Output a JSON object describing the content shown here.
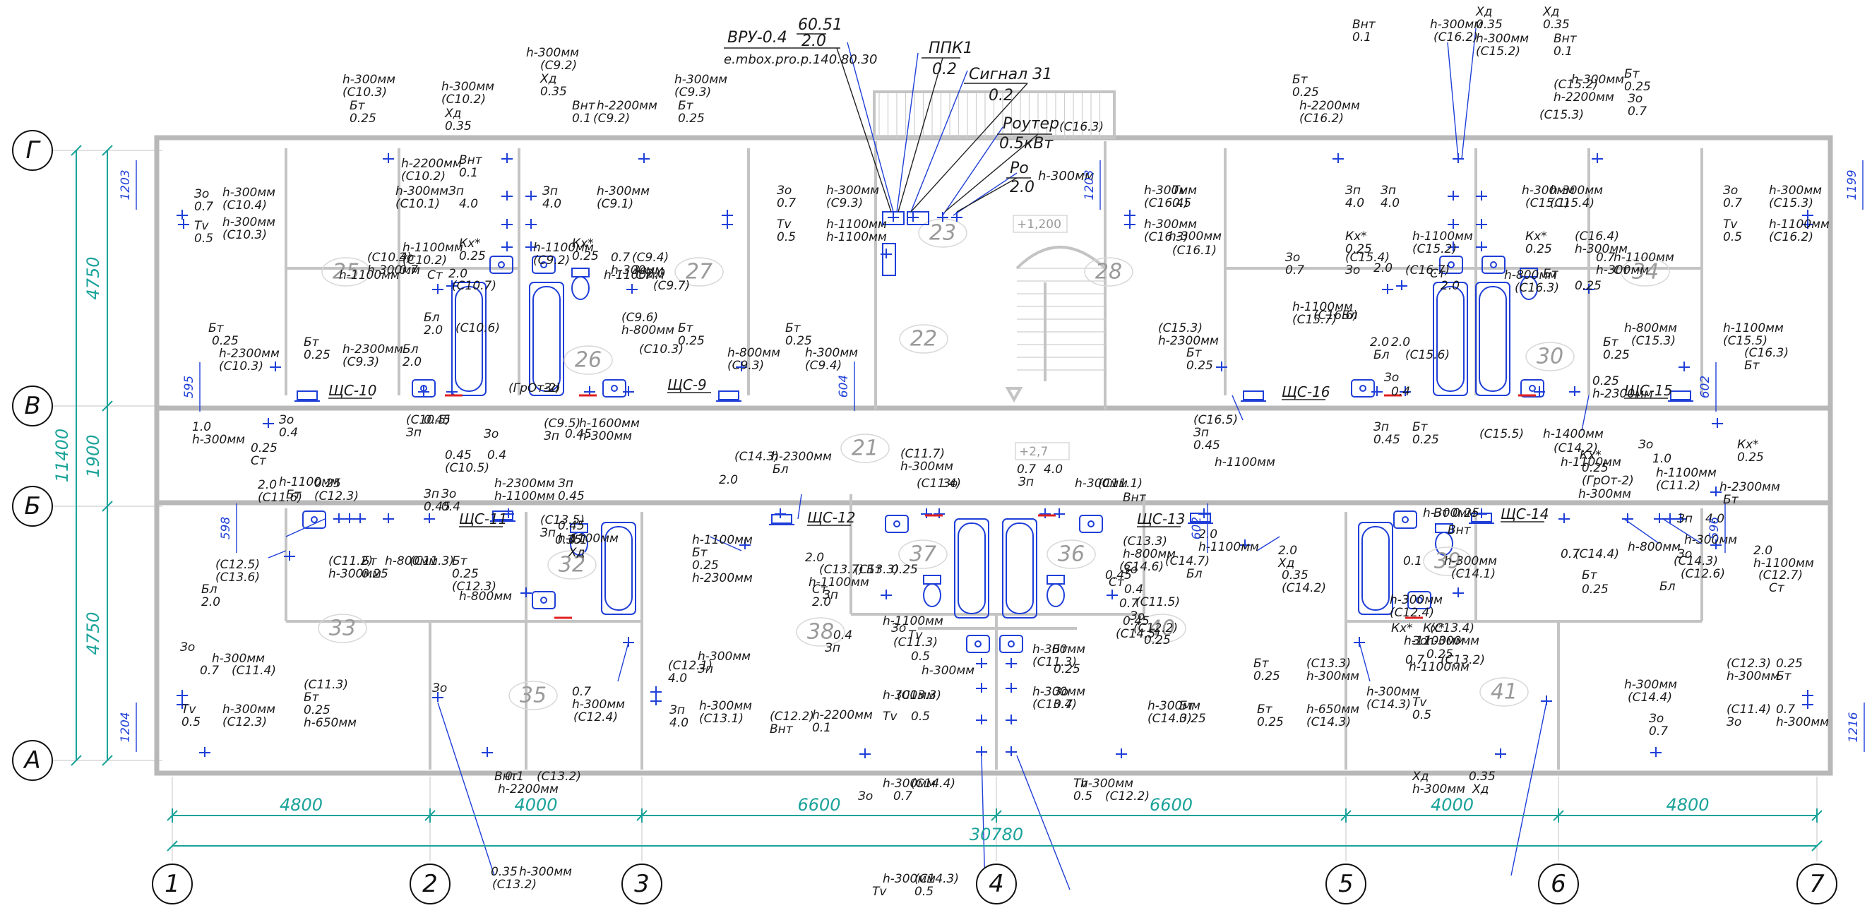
{
  "axes": {
    "columns": [
      "1",
      "2",
      "3",
      "4",
      "5",
      "6",
      "7"
    ],
    "rows": [
      "Г",
      "В",
      "Б",
      "А"
    ]
  },
  "dimensions": {
    "bays": [
      "4800",
      "4000",
      "6600",
      "6600",
      "4000",
      "4800"
    ],
    "total_width": "30780",
    "rows_right": [
      "4750",
      "1900",
      "4750"
    ],
    "total_height": "11400",
    "small": [
      "1203",
      "595",
      "598",
      "1204",
      "604",
      "1203",
      "1199",
      "602",
      "602",
      "596",
      "1216"
    ]
  },
  "levels": [
    "+1,200",
    "+2,7"
  ],
  "rooms": [
    "25",
    "26",
    "27",
    "22",
    "23",
    "21",
    "28",
    "30",
    "34",
    "33",
    "32",
    "35",
    "37",
    "36",
    "38",
    "40",
    "39",
    "41"
  ],
  "equipment_top": [
    {
      "name": "ВРУ-0.4",
      "value": "60.51",
      "sub": "2.0",
      "extra": "e.mbox.pro.p.140.80.30"
    },
    {
      "name": "ППК1",
      "value": "0.2"
    },
    {
      "name": "Сигнал 31",
      "value": "0.2"
    },
    {
      "name": "Роутер",
      "value": "0.5кВт"
    },
    {
      "name": "Ро",
      "value": "2.0",
      "extra": "h-300мм"
    }
  ],
  "panels": [
    "ЩС-10",
    "ЩС-9",
    "ЩС-16",
    "ЩС-15",
    "ЩС-11",
    "ЩС-12",
    "ЩС-13",
    "ЩС-14"
  ],
  "labels": [
    "h-300мм",
    "(С10.3)",
    "Бт",
    "0.25",
    "h-300мм",
    "(С10.2)",
    "Хд",
    "0.35",
    "h-300мм",
    "(С9.2)",
    "Хд",
    "0.35",
    "Внт",
    "0.1",
    "h-2200мм",
    "(С9.2)",
    "h-300мм",
    "(С9.3)",
    "Бт",
    "0.25",
    "h-2200мм",
    "(С10.2)",
    "Внт",
    "0.1",
    "Зп",
    "4.0",
    "h-300мм",
    "(С10.1)",
    "Зп",
    "4.0",
    "h-300мм",
    "(С9.1)",
    "Зо",
    "0.7",
    "h-300мм",
    "(С10.4)",
    "Тv",
    "0.5",
    "h-300мм",
    "(С10.3)",
    "h-1100мм",
    "(С10.2)",
    "Кх*",
    "0.25",
    "h-1100мм",
    "(С9.2)",
    "Кх*",
    "0.25",
    "(С10.4)",
    "h-300мм",
    "Зо",
    "0.7",
    "(С9.4)",
    "Зо",
    "0.7",
    "h-300мм",
    "h-1100мм",
    "Ст",
    "2.0",
    "(С10.7)",
    "h-1100мм",
    "Ст",
    "2.0",
    "(С9.7)",
    "Бл",
    "2.0",
    "(С10.6)",
    "Бл",
    "2.0",
    "(С9.6)",
    "h-800мм",
    "(С10.3)",
    "Бт",
    "0.25",
    "h-2300мм",
    "(С10.3)",
    "Бт",
    "0.25",
    "h-2300мм",
    "(С9.3)",
    "Бт",
    "0.25",
    "h-800мм",
    "(С9.3)",
    "Бт",
    "0.25",
    "h-300мм",
    "(С9.4)",
    "Зо",
    "0.7",
    "h-300мм",
    "(С9.3)",
    "Тv",
    "0.5",
    "h-1100мм",
    "h-1100мм",
    "(ГрОт-2)",
    "Зо",
    "1.0",
    "h-300мм",
    "Зо",
    "0.4",
    "(С10.5)",
    "Зп",
    "0.45",
    "0.45",
    "(С10.5)",
    "Зо",
    "0.4",
    "(С9.5)",
    "Зп",
    "0.45",
    "h-1600мм",
    "h-300мм",
    "(С16.3)",
    "Бт",
    "0.25",
    "h-2200мм",
    "(С16.2)",
    "Внт",
    "0.1",
    "h-300мм",
    "(С16.2)",
    "Хд",
    "0.35",
    "h-300мм",
    "(С15.2)",
    "Хд",
    "0.35",
    "Внт",
    "0.1",
    "(С15.2)",
    "h-2200мм",
    "h-300мм",
    "(С15.3)",
    "Бт",
    "0.25",
    "Зо",
    "0.7",
    "h-300мм",
    "(С16.4)",
    "Тv",
    "0.5",
    "h-300мм",
    "(С16.3)",
    "h-300мм",
    "(С16.1)",
    "Зп",
    "4.0",
    "Зп",
    "4.0",
    "h-300мм",
    "(С15.1)",
    "h-300мм",
    "(С15.4)",
    "Зо",
    "0.7",
    "h-300мм",
    "(С15.3)",
    "Тv",
    "0.5",
    "h-1100мм",
    "(С16.2)",
    "Кх*",
    "0.25",
    "h-1100мм",
    "(С15.2)",
    "Кх*",
    "0.25",
    "(С16.4)",
    "h-300мм",
    "Зо",
    "0.7",
    "(С15.4)",
    "Зо",
    "0.7",
    "h-300мм",
    "h-1100мм",
    "Ст",
    "2.0",
    "(С16.7)",
    "Ст",
    "2.0",
    "h-1100мм",
    "(С15.7)",
    "(С16.6)",
    "Бл",
    "2.0",
    "Бл",
    "2.0",
    "(С15.6)",
    "h-800мм",
    "(С16.3)",
    "Бт",
    "0.25",
    "(С15.3)",
    "h-2300мм",
    "Бт",
    "0.25",
    "h-800мм",
    "(С15.3)",
    "Бт",
    "0.25",
    "h-1100мм",
    "(С15.5)",
    "(С16.3)",
    "Бт",
    "0.25",
    "h-2300мм",
    "Зо",
    "0.4",
    "(С16.5)",
    "Зп",
    "0.45",
    "h-1100мм",
    "Зп",
    "0.45",
    "Бт",
    "0.25",
    "(С15.5)",
    "h-1400мм",
    "(С14.2)",
    "h-1100мм",
    "Кх*",
    "0.25",
    "(ГрОт-2)",
    "h-300мм",
    "Зо",
    "1.0",
    "h-1100мм",
    "(С11.2)",
    "Кх*",
    "0.25",
    "h-2300мм",
    "Бт",
    "0.25",
    "Ст",
    "2.0",
    "(С11.6)",
    "h-1100мм",
    "Бт",
    "0.25",
    "(С12.3)",
    "h-2300мм",
    "h-1100мм",
    "Зп",
    "0.45",
    "Зп",
    "0.45",
    "Зо",
    "0.4",
    "(С13.5)",
    "Зп",
    "0.45",
    "h-1100мм",
    "(С14.3)",
    "h-2300мм",
    "Бл",
    "2.0",
    "(С11.7)",
    "h-300мм",
    "(С11.4)",
    "Зо",
    "0.7",
    "Зп",
    "4.0",
    "h-300мм",
    "(С11.1)",
    "Внт",
    "0.1",
    "Хд",
    "0.35",
    "(С11.2)",
    "h-300мм",
    "Бт",
    "0.25",
    "h-800мм",
    "(С11.3)",
    "Бт",
    "0.25",
    "(С12.3)",
    "h-800мм",
    "(С12.5)",
    "(С13.6)",
    "Бл",
    "2.0",
    "h-1100мм",
    "Бт",
    "0.25",
    "h-2300мм",
    "(С13.3)",
    "Бт",
    "0.25",
    "(С13.3)",
    "h-800мм",
    "(С14.6)",
    "Ст",
    "2.0",
    "h-1100мм",
    "(С14.7)",
    "Бл",
    "2.0",
    "Хд",
    "0.35",
    "(С14.2)",
    "h-300мм",
    "Бт",
    "0.25",
    "Внт",
    "0.1",
    "h-300мм",
    "(С14.1)",
    "Зп",
    "4.0",
    "h-300мм",
    "Зо",
    "0.7",
    "(С14.4)",
    "Бт",
    "0.25",
    "h-800мм",
    "(С14.3)",
    "(С12.6)",
    "Бл",
    "2.0",
    "h-1100мм",
    "(С12.7)",
    "Ст",
    "2.0",
    "(С13.7)",
    "Ст",
    "2.0",
    "h-1100мм",
    "Зп",
    "0.45",
    "Зо",
    "0.4",
    "(С11.5)",
    "0.7",
    "Зо",
    "h-300мм",
    "(С12.4)",
    "(С13.4)",
    "h-300мм",
    "Зо",
    "0.7",
    "h-1100мм",
    "Зо",
    "0.4",
    "Зп",
    "0.45",
    "(С14.5)",
    "(С12.2)",
    "0.25",
    "Кх*",
    "h-1100мм",
    "Кх*",
    "0.25",
    "(С13.2)",
    "h-1100мм",
    "(С11.3)",
    "Тv",
    "0.5",
    "h-300мм",
    "h-300мм",
    "(С11.3)",
    "Бт",
    "0.25",
    "Зо",
    "0.7",
    "h-300мм",
    "(С11.4)",
    "(С11.3)",
    "Бт",
    "0.25",
    "h-650мм",
    "Тv",
    "0.5",
    "h-300мм",
    "(С12.3)",
    "Зо",
    "0.7",
    "h-300мм",
    "(С12.4)",
    "(С12.1)",
    "4.0",
    "h-300мм",
    "Зп",
    "Зп",
    "4.0",
    "h-300мм",
    "(С13.1)",
    "h-300мм",
    "(С13.3)",
    "Тv",
    "0.5",
    "h-300мм",
    "(С13.4)",
    "Зо",
    "0.7",
    "Бт",
    "0.25",
    "(С13.3)",
    "h-300мм",
    "Бт",
    "0.25",
    "h-650мм",
    "(С14.3)",
    "h-300мм",
    "(С14.3)",
    "Бт",
    "0.25",
    "h-300мм",
    "(С14.3)",
    "Тv",
    "0.5",
    "h-300мм",
    "(С14.4)",
    "Зо",
    "0.7",
    "(С12.3)",
    "h-300мм",
    "0.25",
    "Бт",
    "(С11.4)",
    "Зо",
    "0.7",
    "h-300мм",
    "(С12.2)",
    "Внт",
    "h-2200мм",
    "0.1",
    "Внт",
    "h-2200мм",
    "0.1",
    "(С13.2)",
    "h-300мм",
    "(С14.4)",
    "Зо",
    "0.7",
    "Тv",
    "0.5",
    "h-300мм",
    "(С12.2)",
    "Хд",
    "h-300мм",
    "0.35",
    "Хд",
    "0.35",
    "(С13.2)",
    "h-300мм",
    "h-300мм",
    "(С14.3)",
    "Тv",
    "0.5"
  ]
}
